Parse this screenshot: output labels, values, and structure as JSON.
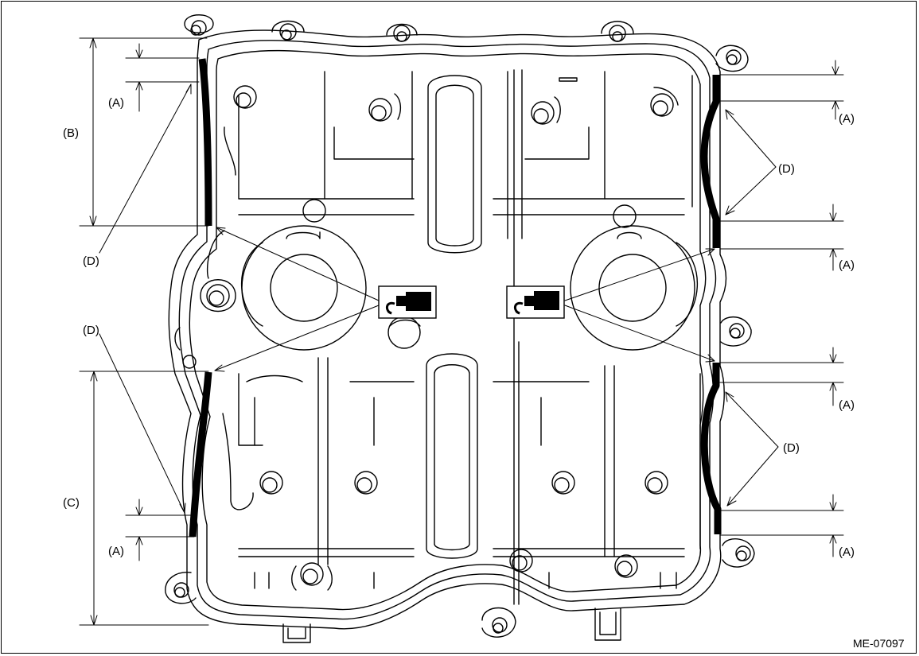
{
  "figure_code": "ME-07097",
  "labels": {
    "a": "(A)",
    "b": "(B)",
    "c": "(C)",
    "d": "(D)"
  },
  "icons": {
    "sealant": "liquid-gasket-icon"
  },
  "colors": {
    "line": "#000000",
    "background": "#ffffff",
    "sealant_bead": "#000000"
  }
}
